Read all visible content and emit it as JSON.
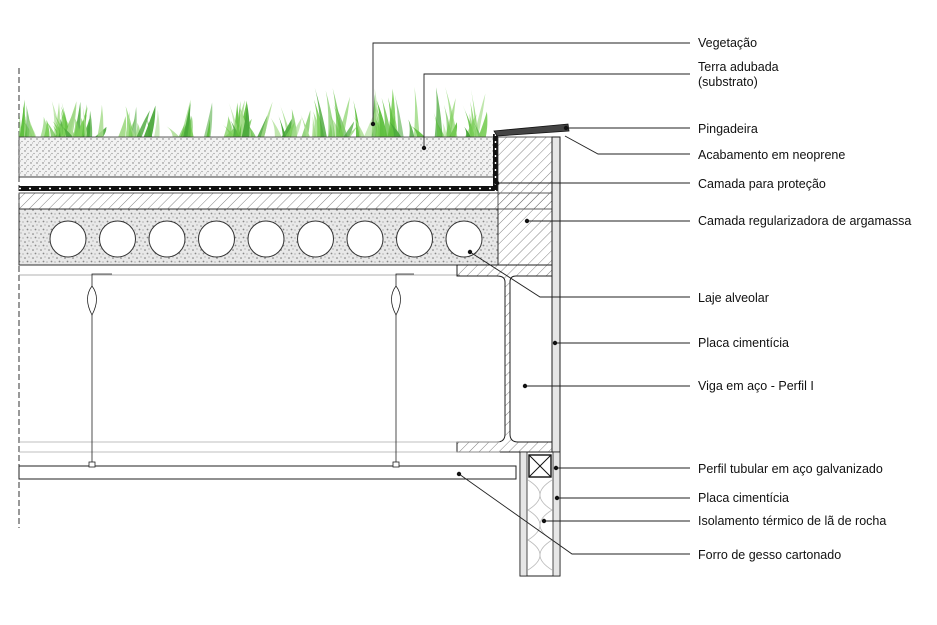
{
  "diagram": {
    "labels": {
      "vegetacao": "Vegetação",
      "terra_line1": "Terra adubada",
      "terra_line2": "(substrato)",
      "pingadeira": "Pingadeira",
      "neoprene": "Acabamento em neoprene",
      "protecao": "Camada para proteção",
      "argamassa": "Camada regularizadora de argamassa",
      "laje": "Laje alveolar",
      "placa1": "Placa cimentícia",
      "viga": "Viga em aço - Perfil I",
      "perfil_tubular": "Perfil tubular em aço galvanizado",
      "placa2": "Placa cimentícia",
      "isolamento": "Isolamento térmico de lã de rocha",
      "forro": "Forro de gesso cartonado"
    },
    "colors": {
      "grass": "#5fbf3f",
      "grass_light": "#a6dc8c",
      "line": "#222222",
      "hatch": "#555555"
    }
  }
}
